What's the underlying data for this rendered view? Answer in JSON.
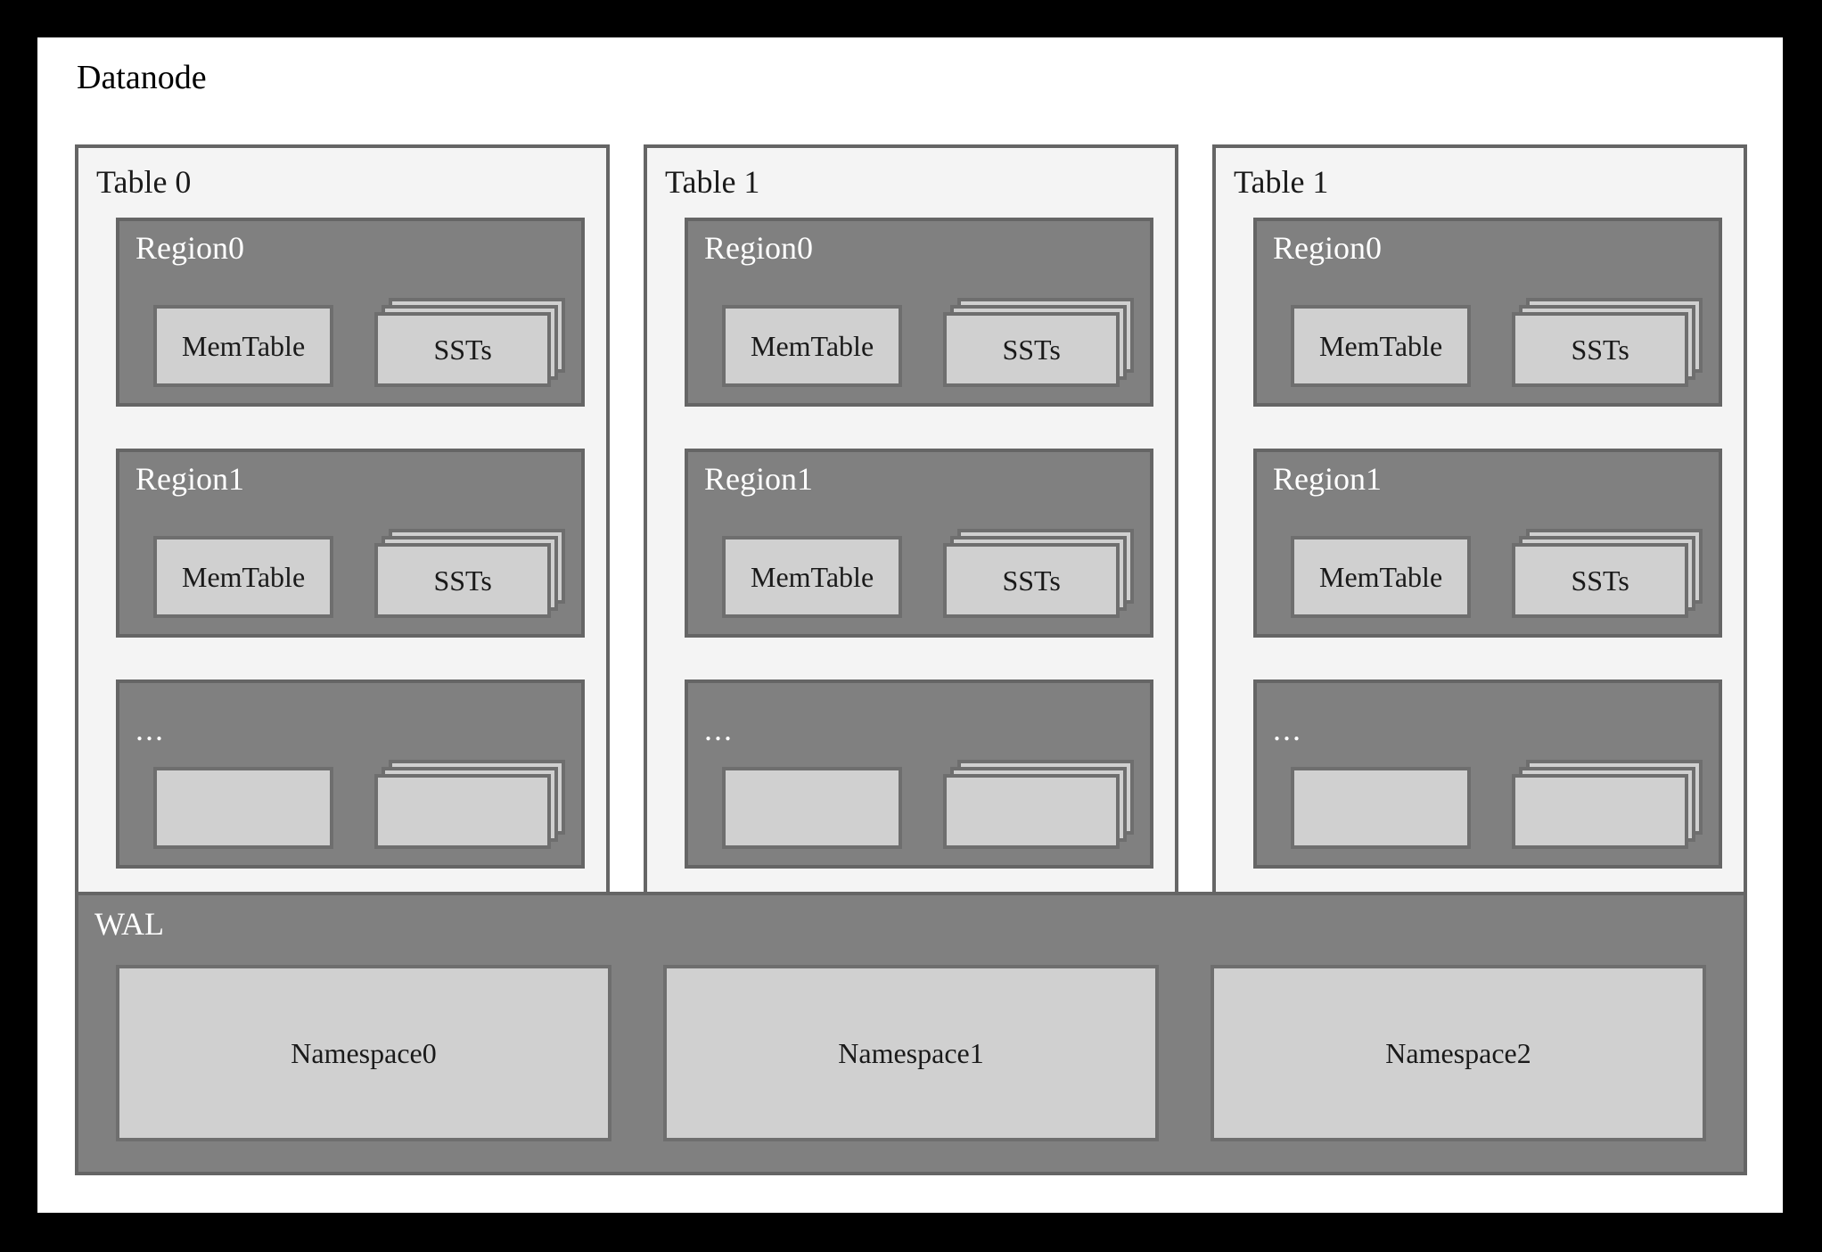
{
  "diagram": {
    "title": "Datanode",
    "colors": {
      "frame": "#000000",
      "canvas": "#ffffff",
      "table_panel_fill": "#f4f4f4",
      "table_panel_border": "#656565",
      "region_fill": "#808080",
      "region_border": "#656565",
      "inner_box_fill": "#d0d0d0",
      "inner_box_border": "#6e6e6e",
      "region_label_color": "#ffffff",
      "text_color": "#1a1a1a"
    }
  },
  "tables": [
    {
      "label": "Table 0",
      "regions": [
        {
          "label": "Region0",
          "is_ellipsis": false,
          "memtable_label": "MemTable",
          "sst_label": "SSTs"
        },
        {
          "label": "Region1",
          "is_ellipsis": false,
          "memtable_label": "MemTable",
          "sst_label": "SSTs"
        },
        {
          "label": "...",
          "is_ellipsis": true,
          "memtable_label": "",
          "sst_label": ""
        }
      ]
    },
    {
      "label": "Table 1",
      "regions": [
        {
          "label": "Region0",
          "is_ellipsis": false,
          "memtable_label": "MemTable",
          "sst_label": "SSTs"
        },
        {
          "label": "Region1",
          "is_ellipsis": false,
          "memtable_label": "MemTable",
          "sst_label": "SSTs"
        },
        {
          "label": "...",
          "is_ellipsis": true,
          "memtable_label": "",
          "sst_label": ""
        }
      ]
    },
    {
      "label": "Table 1",
      "regions": [
        {
          "label": "Region0",
          "is_ellipsis": false,
          "memtable_label": "MemTable",
          "sst_label": "SSTs"
        },
        {
          "label": "Region1",
          "is_ellipsis": false,
          "memtable_label": "MemTable",
          "sst_label": "SSTs"
        },
        {
          "label": "...",
          "is_ellipsis": true,
          "memtable_label": "",
          "sst_label": ""
        }
      ]
    }
  ],
  "wal": {
    "label": "WAL",
    "namespaces": [
      {
        "label": "Namespace0"
      },
      {
        "label": "Namespace1"
      },
      {
        "label": "Namespace2"
      }
    ]
  }
}
